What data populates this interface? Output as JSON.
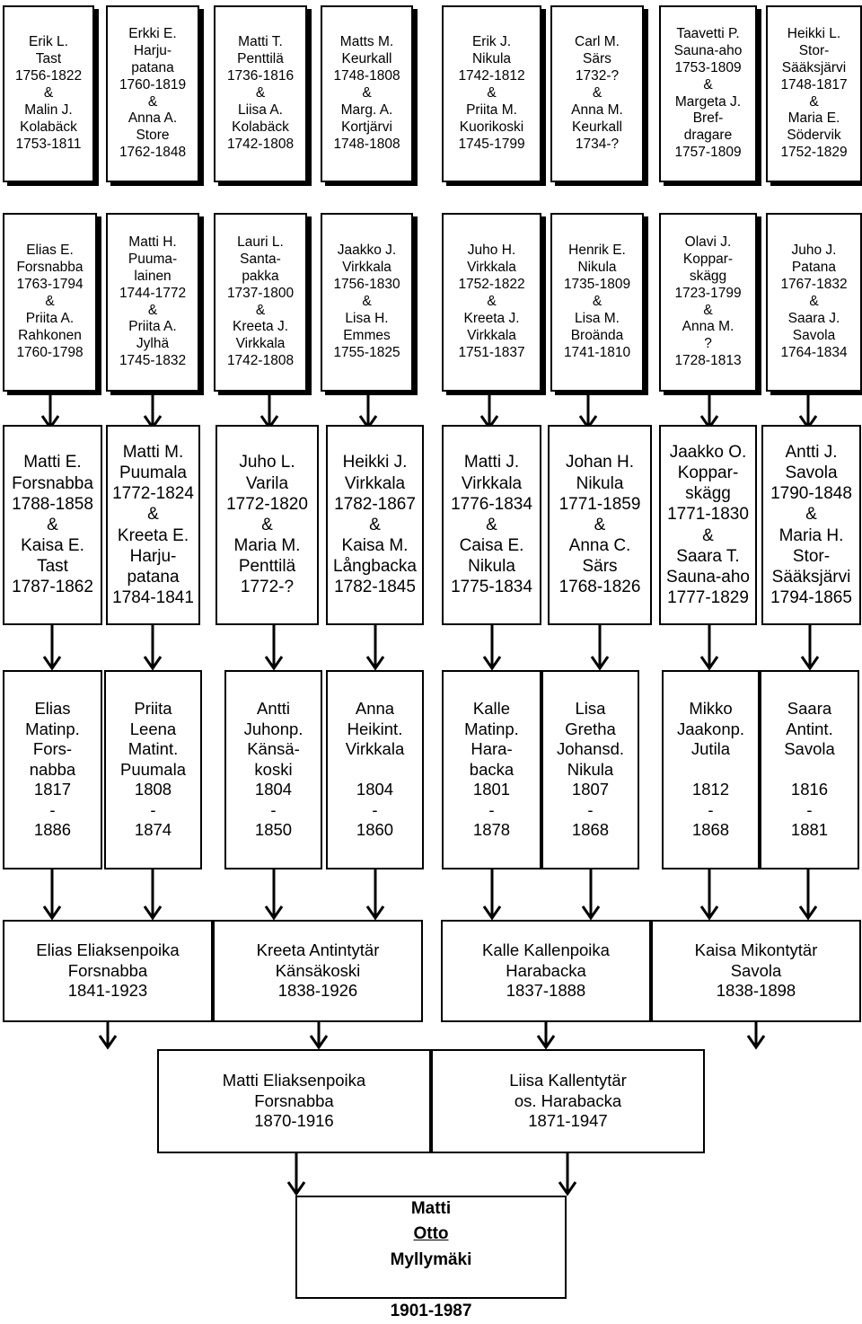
{
  "gen1": [
    {
      "id": "erik-l-tast",
      "text": "Erik L.\nTast\n1756-1822\n&\nMalin J.\nKolabäck\n1753-1811"
    },
    {
      "id": "erkki-e-harjupatana",
      "text": "Erkki E.\nHarju-\npatana\n1760-1819\n&\nAnna A.\nStore\n1762-1848"
    },
    {
      "id": "matti-t-penttila",
      "text": "Matti T.\nPenttilä\n1736-1816\n&\nLiisa A.\nKolabäck\n1742-1808"
    },
    {
      "id": "matts-m-keurkall",
      "text": "Matts M.\nKeurkall\n1748-1808\n&\nMarg. A.\nKortjärvi\n1748-1808"
    },
    {
      "id": "erik-j-nikula",
      "text": "Erik J.\nNikula\n1742-1812\n&\nPriita M.\nKuorikoski\n1745-1799"
    },
    {
      "id": "carl-m-sars",
      "text": "Carl M.\nSärs\n1732-?\n&\nAnna M.\nKeurkall\n1734-?"
    },
    {
      "id": "taavetti-p-sauna-aho",
      "text": "Taavetti P.\nSauna-aho\n1753-1809\n&\nMargeta J.\nBref-\ndragare\n1757-1809"
    },
    {
      "id": "heikki-l-stor-saaksjarvi",
      "text": "Heikki L.\nStor-\nSääksjärvi\n1748-1817\n&\nMaria E.\nSödervik\n1752-1829"
    }
  ],
  "gen2": [
    {
      "id": "elias-e-forsnabba",
      "text": "Elias E.\nForsnabba\n1763-1794\n&\nPriita A.\nRahkonen\n1760-1798"
    },
    {
      "id": "matti-h-puumalainen",
      "text": "Matti H.\nPuuma-\nlainen\n1744-1772\n&\nPriita A.\nJylhä\n1745-1832"
    },
    {
      "id": "lauri-l-santapakka",
      "text": "Lauri L.\nSanta-\npakka\n1737-1800\n&\nKreeta J.\nVirkkala\n1742-1808"
    },
    {
      "id": "jaakko-j-virkkala",
      "text": "Jaakko J.\nVirkkala\n1756-1830\n&\nLisa H.\nEmmes\n1755-1825"
    },
    {
      "id": "juho-h-virkkala",
      "text": "Juho H.\nVirkkala\n1752-1822\n&\nKreeta J.\nVirkkala\n1751-1837"
    },
    {
      "id": "henrik-e-nikula",
      "text": "Henrik E.\nNikula\n1735-1809\n&\nLisa M.\nBroända\n1741-1810"
    },
    {
      "id": "olavi-j-kopparskagg",
      "text": "Olavi J.\nKoppar-\nskägg\n1723-1799\n&\nAnna M.\n?\n1728-1813"
    },
    {
      "id": "juho-j-patana",
      "text": "Juho J.\nPatana\n1767-1832\n&\nSaara J.\nSavola\n1764-1834"
    }
  ],
  "gen3": [
    {
      "id": "matti-e-forsnabba",
      "text": "Matti E.\nForsnabba\n1788-1858\n&\nKaisa E.\nTast\n1787-1862"
    },
    {
      "id": "matti-m-puumala",
      "text": "Matti M.\nPuumala\n1772-1824\n&\nKreeta E.\nHarju-\npatana\n1784-1841"
    },
    {
      "id": "juho-l-varila",
      "text": "Juho L.\nVarila\n1772-1820\n&\nMaria M.\nPenttilä\n1772-?"
    },
    {
      "id": "heikki-j-virkkala",
      "text": "Heikki J.\nVirkkala\n1782-1867\n&\nKaisa M.\nLångbacka\n1782-1845"
    },
    {
      "id": "matti-j-virkkala",
      "text": "Matti J.\nVirkkala\n1776-1834\n&\nCaisa E.\nNikula\n1775-1834"
    },
    {
      "id": "johan-h-nikula",
      "text": "Johan H.\nNikula\n1771-1859\n&\nAnna C.\nSärs\n1768-1826"
    },
    {
      "id": "jaakko-o-kopparskagg",
      "text": "Jaakko O.\nKoppar-\nskägg\n1771-1830\n&\nSaara T.\nSauna-aho\n1777-1829"
    },
    {
      "id": "antti-j-savola",
      "text": "Antti J.\nSavola\n1790-1848\n&\nMaria H.\nStor-\nSääksjärvi\n1794-1865"
    }
  ],
  "gen4": [
    {
      "id": "elias-forsnabba",
      "text": "Elias\nMatinp.\nFors-\nnabba\n1817\n-\n1886"
    },
    {
      "id": "priita-leena-puumala",
      "text": "Priita\nLeena\nMatint.\nPuumala\n1808\n-\n1874"
    },
    {
      "id": "antti-kansakoski",
      "text": "Antti\nJuhonp.\nKänsä-\nkoski\n1804\n-\n1850"
    },
    {
      "id": "anna-virkkala",
      "text": "Anna\nHeikint.\nVirkkala\n\n1804\n-\n1860"
    },
    {
      "id": "kalle-harabacka",
      "text": "Kalle\nMatinp.\nHara-\nbacka\n1801\n-\n1878"
    },
    {
      "id": "lisa-gretha-nikula",
      "text": "Lisa\nGretha\nJohansd.\nNikula\n1807\n-\n1868"
    },
    {
      "id": "mikko-jutila",
      "text": "Mikko\nJaakonp.\nJutila\n\n1812\n-\n1868"
    },
    {
      "id": "saara-savola",
      "text": "Saara\nAntint.\nSavola\n\n1816\n-\n1881"
    }
  ],
  "gen5": [
    {
      "id": "elias-eliaksenpoika-forsnabba",
      "text": "Elias Eliaksenpoika\nForsnabba\n1841-1923"
    },
    {
      "id": "kreeta-antintytar-kansakoski",
      "text": "Kreeta Antintytär\nKänsäkoski\n1838-1926"
    },
    {
      "id": "kalle-kallenpoika-harabacka",
      "text": "Kalle Kallenpoika\nHarabacka\n1837-1888"
    },
    {
      "id": "kaisa-mikontytar-savola",
      "text": "Kaisa Mikontytär\nSavola\n1838-1898"
    }
  ],
  "gen6": [
    {
      "id": "matti-eliaksenpoika-forsnabba",
      "text": "Matti Eliaksenpoika\nForsnabba\n1870-1916"
    },
    {
      "id": "liisa-kallentytar-harabacka",
      "text": "Liisa Kallentytär\nos. Harabacka\n1871-1947"
    }
  ],
  "final": {
    "first": "Matti",
    "middle": "Otto",
    "last": "Myllymäki",
    "years": "1901-1987"
  },
  "colors": {
    "line": "#000000",
    "background": "#ffffff"
  }
}
